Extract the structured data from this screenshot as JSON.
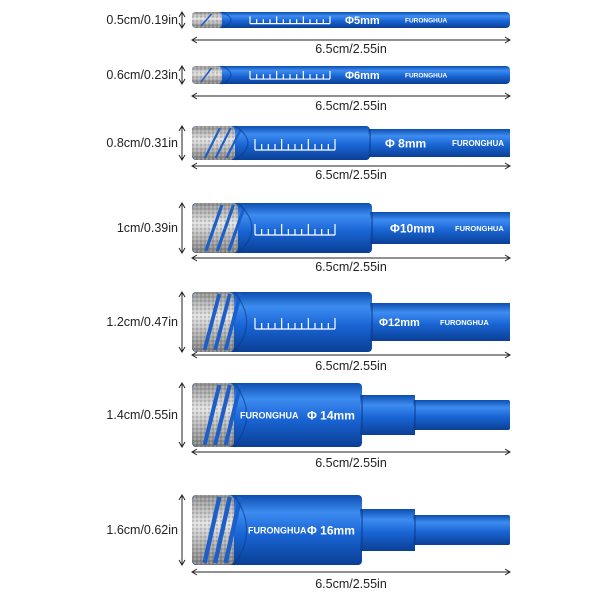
{
  "bits": [
    {
      "diameter_label": "0.5cm/0.19in",
      "length_label": "6.5cm/2.55in",
      "mark": "Φ5mm",
      "brand": "FURONGHUA",
      "ruler": true
    },
    {
      "diameter_label": "0.6cm/0.23in",
      "length_label": "6.5cm/2.55in",
      "mark": "Φ6mm",
      "brand": "FURONGHUA",
      "ruler": true
    },
    {
      "diameter_label": "0.8cm/0.31in",
      "length_label": "6.5cm/2.55in",
      "mark": "Φ 8mm",
      "brand": "FURONGHUA",
      "ruler": true
    },
    {
      "diameter_label": "1cm/0.39in",
      "length_label": "6.5cm/2.55in",
      "mark": "Φ10mm",
      "brand": "FURONGHUA",
      "ruler": true
    },
    {
      "diameter_label": "1.2cm/0.47in",
      "length_label": "6.5cm/2.55in",
      "mark": "Φ12mm",
      "brand": "FURONGHUA",
      "ruler": true
    },
    {
      "diameter_label": "1.4cm/0.55in",
      "length_label": "6.5cm/2.55in",
      "mark": "Φ 14mm",
      "brand": "FURONGHUA",
      "ruler": false
    },
    {
      "diameter_label": "1.6cm/0.62in",
      "length_label": "6.5cm/2.55in",
      "mark": "Φ 16mm",
      "brand": "FURONGHUA",
      "ruler": false
    }
  ],
  "colors": {
    "body": "#1a66d6",
    "body_light": "#3d8cf0",
    "body_dark": "#0c4aa8",
    "diamond": "#b9b9b9",
    "line": "#222222"
  }
}
